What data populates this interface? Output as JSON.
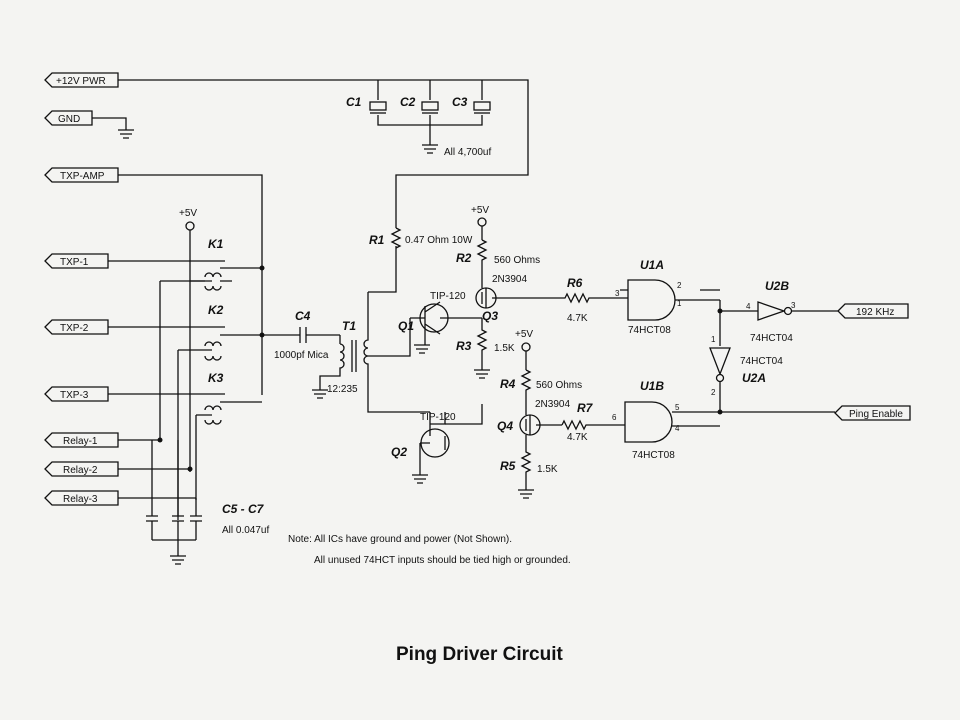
{
  "title": "Ping Driver Circuit",
  "connectors": {
    "pwr": "+12V PWR",
    "gnd": "GND",
    "txp_amp": "TXP-AMP",
    "txp1": "TXP-1",
    "txp2": "TXP-2",
    "txp3": "TXP-3",
    "relay1": "Relay-1",
    "relay2": "Relay-2",
    "relay3": "Relay-3",
    "khz": "192 KHz",
    "ping_enable": "Ping Enable"
  },
  "refs": {
    "c1": "C1",
    "c2": "C2",
    "c3": "C3",
    "c4": "C4",
    "c5c7": "C5 - C7",
    "k1": "K1",
    "k2": "K2",
    "k3": "K3",
    "t1": "T1",
    "r1": "R1",
    "r2": "R2",
    "r3": "R3",
    "r4": "R4",
    "r5": "R5",
    "r6": "R6",
    "r7": "R7",
    "q1": "Q1",
    "q2": "Q2",
    "q3": "Q3",
    "q4": "Q4",
    "u1a": "U1A",
    "u1b": "U1B",
    "u2a": "U2A",
    "u2b": "U2B"
  },
  "values": {
    "caps": "All 4,700uf",
    "c4": "1000pf Mica",
    "c5c7": "All  0.047uf",
    "t1_ratio": "12:235",
    "r1": "0.47 Ohm 10W",
    "r2": "560 Ohms",
    "r4": "560 Ohms",
    "r3": "1.5K",
    "r5": "1.5K",
    "r6": "4.7K",
    "r7": "4.7K",
    "q1_part": "TIP-120",
    "q2_part": "TIP-120",
    "q3_part": "2N3904",
    "q4_part": "2N3904",
    "u1a_part": "74HCT08",
    "u1b_part": "74HCT08",
    "u2a_part": "74HCT04",
    "u2b_part": "74HCT04",
    "plus5v": "+5V"
  },
  "pins": {
    "u1a_a": "2",
    "u1a_b": "3",
    "u1a_out": "1",
    "u1b_a": "5",
    "u1b_b": "6",
    "u1b_in2": "4",
    "u2b_in": "4",
    "u2b_out": "3",
    "u2a_in": "1",
    "u2a_out": "2"
  },
  "notes": {
    "line1": "Note:  All ICs have ground and power (Not Shown).",
    "line2": "All unused 74HCT inputs should be tied high or grounded."
  }
}
